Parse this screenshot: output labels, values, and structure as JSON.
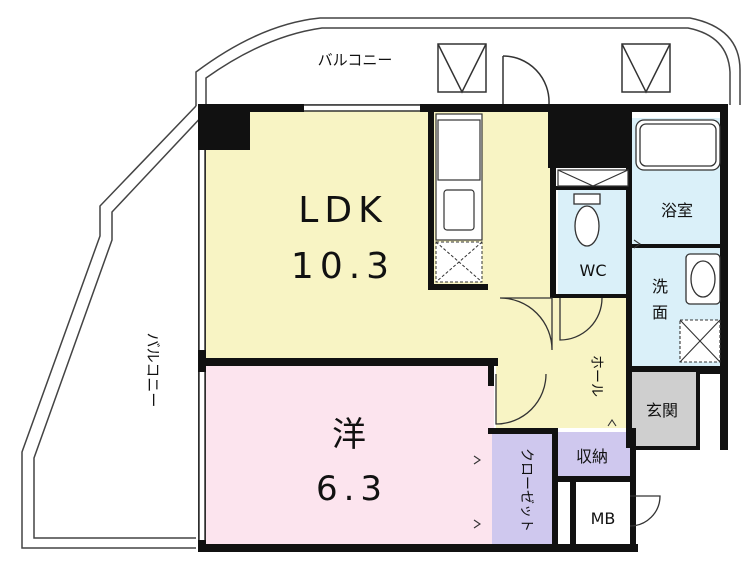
{
  "floorplan": {
    "balcony_top_label": "バルコニー",
    "balcony_side_label": "バルコニー",
    "rooms": {
      "ldk_name": "LDK",
      "ldk_size": "10.3",
      "western_name": "洋",
      "western_size": "6.3",
      "bath": "浴室",
      "wc": "WC",
      "washroom_line1": "洗",
      "washroom_line2": "面",
      "hall": "ホール",
      "entrance": "玄関",
      "storage": "収納",
      "closet": "クローゼット",
      "mb": "MB"
    },
    "colors": {
      "ldk": "#f8f4c4",
      "western": "#fce4ee",
      "wet_area": "#daf0f9",
      "hall": "#f8f4c4",
      "entrance": "#cfcfcf",
      "closet": "#cfc8ee",
      "storage": "#cfc8ee",
      "wall": "#111111"
    },
    "icons": [
      "ac-outdoor-unit-icon",
      "ac-outdoor-unit-icon",
      "kitchen-sink-icon",
      "stove-icon",
      "toilet-icon",
      "bathtub-icon",
      "wash-basin-icon",
      "washing-machine-pan-icon",
      "door-swing-icon"
    ]
  }
}
